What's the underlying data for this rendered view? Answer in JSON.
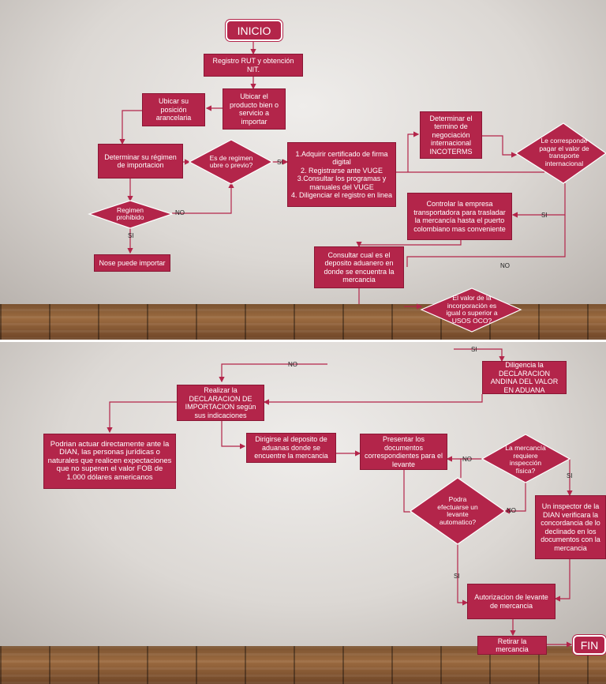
{
  "top": {
    "inicio": "INICIO",
    "rut": "Registro RUT y obtención NIT.",
    "ubicar_producto": "Ubicar el producto bien o servicio a importar",
    "ubicar_posicion": "Ubicar su posición arancelaria",
    "regimen": "Determinar su régimen de importacion",
    "es_regimen": "Es de regimen ubre o previo?",
    "firma": "1.Adquirir certificado de firma digital\n2. Registrarse ante VUGE\n3.Consultar los programas y manuales del VUGE\n4. Diligenciar el registro en linea",
    "incoterms": "Determinar el termino de negociación internacional INCOTERMS",
    "transporte": "Le corresponde pagar el valor de transporte internacional",
    "controlar": "Controlar la empresa transportadora para trasladar la mercancía hasta el puerto colombiano mas conveniente",
    "prohibido": "Regimen prohibido",
    "nose": "Nose puede importar",
    "deposito": "Consultar cual es el deposito aduanero en donde se encuentra la mercancia",
    "valor": "El valor de la incorporación es igual o superior a USOS OCO?",
    "si1": "SI",
    "no1": "NO",
    "si2": "SI",
    "si3": "SI",
    "no2": "NO"
  },
  "bottom": {
    "si": "SI",
    "no": "NO",
    "diligencia": "Diligencia la DECLARACION ANDINA DEL VALOR EN ADUANA",
    "realizar": "Realizar la DECLARACION DE IMPORTACION según sus indicaciones",
    "podrian": "Podrian actuar directamente ante la DIAN, las personas jurídicas o naturales que realicen expectaciones que no superen el valor FOB de 1.000 dólares americanos",
    "dirigirse": "Dirigirse al deposito de aduanas donde se encuentre la mercancia",
    "presentar": "Presentar los documentos correspondientes para el levante",
    "inspeccion": "La mercancía requiere inspección física?",
    "podra": "Podra efectuarse un levante automatico?",
    "inspector": "Un inspector de la DIAN verificara la concordancia de lo declinado en los documentos con la mercancia",
    "autorizacion": "Autorizacion de levante de mercancia",
    "retirar": "Retirar la mercancia",
    "fin": "FIN",
    "no_insp": "NO",
    "si_insp": "SI",
    "no_lev": "NO",
    "si_lev": "SI"
  }
}
